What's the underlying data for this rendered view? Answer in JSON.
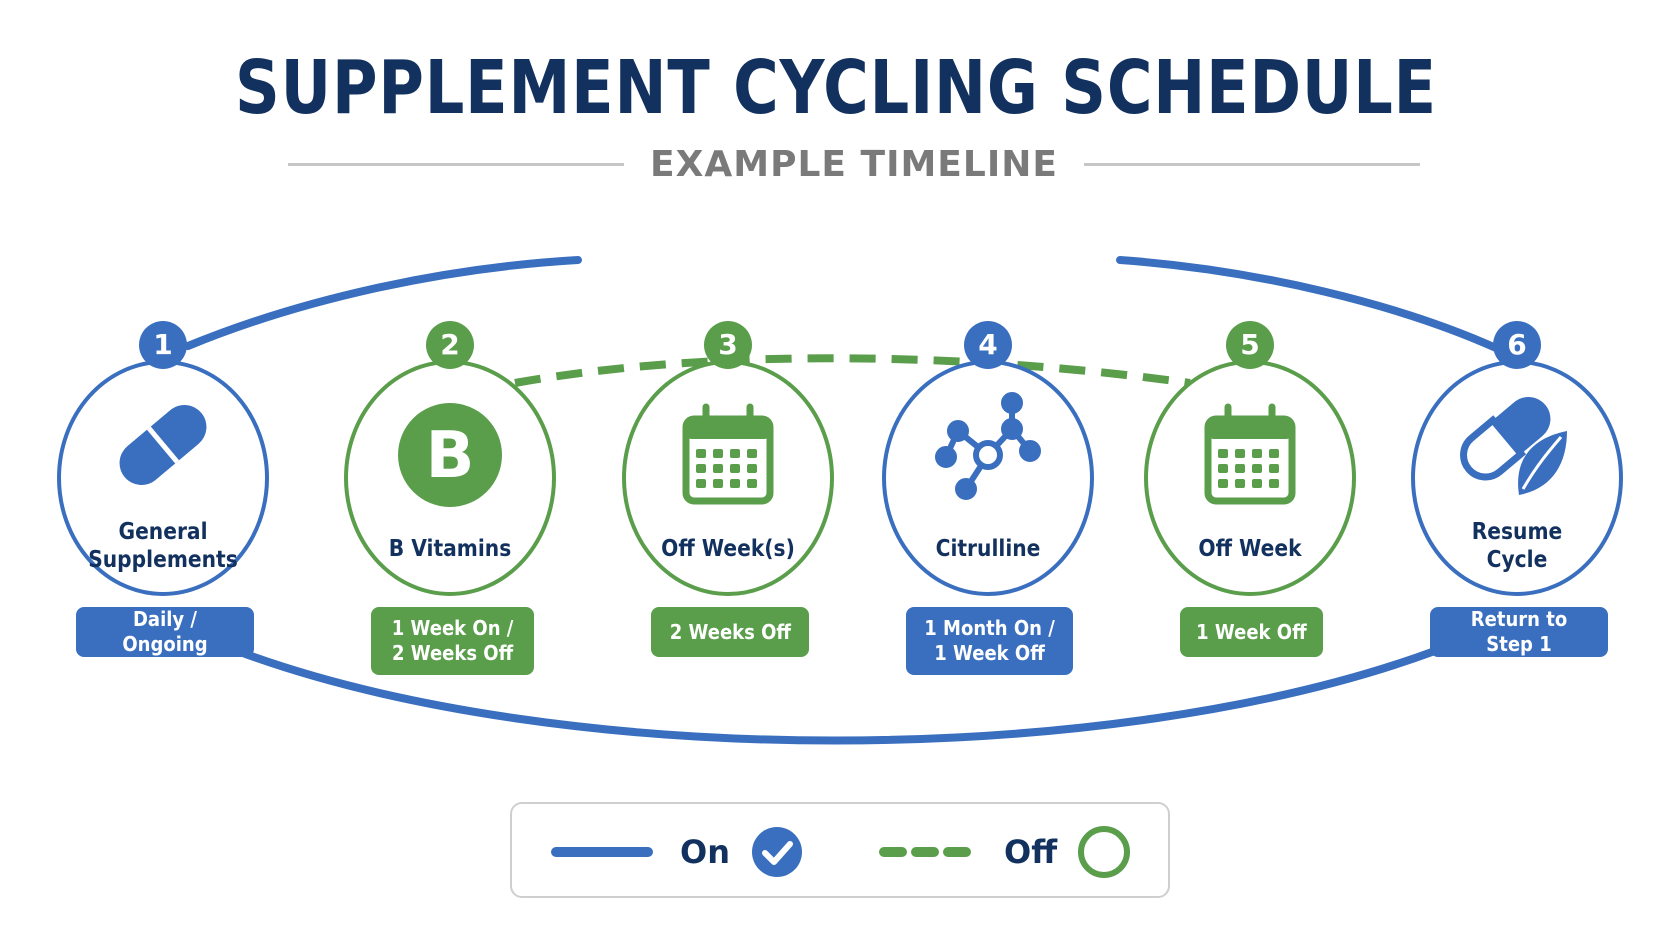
{
  "header": {
    "title": "SUPPLEMENT CYCLING SCHEDULE",
    "subtitle": "EXAMPLE TIMELINE"
  },
  "colors": {
    "blue": "#3a6fbf",
    "green": "#5a9e4b",
    "navy": "#12315f",
    "gray": "#7a7a7a"
  },
  "steps": [
    {
      "number": "1",
      "label_lines": [
        "General",
        "Supplements"
      ],
      "duration_lines": [
        "Daily / Ongoing"
      ],
      "status": "on",
      "icon": "capsule-icon"
    },
    {
      "number": "2",
      "label_lines": [
        "B Vitamins"
      ],
      "duration_lines": [
        "1 Week On /",
        "2 Weeks Off"
      ],
      "status": "off",
      "icon": "b-vitamin-icon"
    },
    {
      "number": "3",
      "label_lines": [
        "Off Week(s)"
      ],
      "duration_lines": [
        "2 Weeks Off"
      ],
      "status": "off",
      "icon": "calendar-icon"
    },
    {
      "number": "4",
      "label_lines": [
        "Citrulline"
      ],
      "duration_lines": [
        "1 Month On /",
        "1 Week Off"
      ],
      "status": "on",
      "icon": "molecule-icon"
    },
    {
      "number": "5",
      "label_lines": [
        "Off Week"
      ],
      "duration_lines": [
        "1 Week Off"
      ],
      "status": "off",
      "icon": "calendar-icon"
    },
    {
      "number": "6",
      "label_lines": [
        "Resume",
        "Cycle"
      ],
      "duration_lines": [
        "Return to Step 1"
      ],
      "status": "on",
      "icon": "capsule-leaf-icon"
    }
  ],
  "legend": {
    "on_label": "On",
    "off_label": "Off",
    "on_icon": "check-circle-icon",
    "off_icon": "empty-circle-icon"
  }
}
